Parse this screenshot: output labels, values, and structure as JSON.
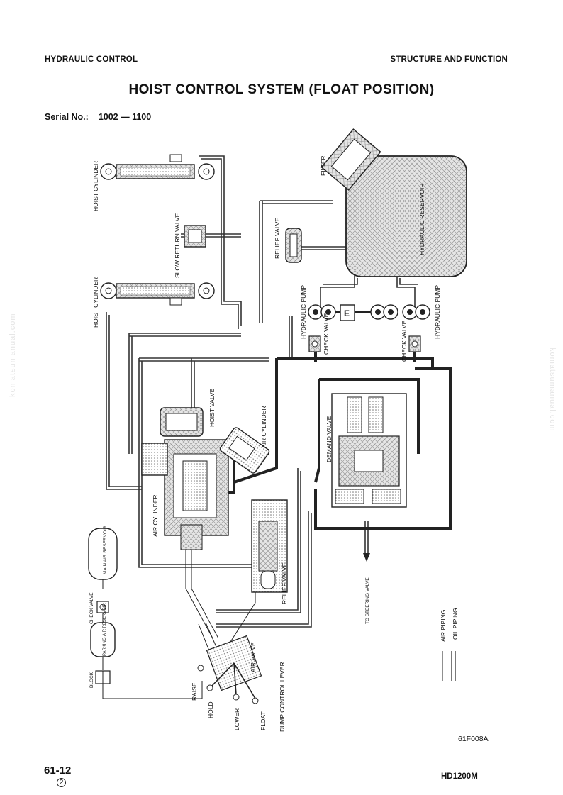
{
  "header": {
    "section_left": "HYDRAULIC CONTROL",
    "section_right": "STRUCTURE AND FUNCTION"
  },
  "title": "HOIST CONTROL SYSTEM (FLOAT POSITION)",
  "serial": {
    "label": "Serial No.:",
    "value": "1002 — 1100"
  },
  "labels": {
    "hoist_cylinder_top": "HOIST CYLINDER",
    "hoist_cylinder_bottom": "HOIST CYLINDER",
    "slow_return_valve": "SLOW RETURN VALVE",
    "relief_valve_top": "RELIEF VALVE",
    "filter": "FILTER",
    "hydraulic_tank": "HYDRAULIC RESERVOIR",
    "hydraulic_pump_left": "HYDRAULIC PUMP",
    "hydraulic_pump_right": "HYDRAULIC PUMP",
    "engine": "E",
    "check_valve_left": "CHECK VALVE",
    "check_valve_right": "CHECK VALVE",
    "hoist_valve": "HOIST VALVE",
    "air_cylinder_top": "AIR CYLINDER",
    "air_cylinder_bottom": "AIR CYLINDER",
    "demand_valve": "DEMAND VALVE",
    "relief_valve_bottom": "RELIEF VALVE",
    "to_steering_valve": "TO STEERING VALVE",
    "main_air_reservoir": "MAIN AIR RESERVOIR",
    "check_valve_air": "CHECK VALVE",
    "parking_air_reservoir": "PARKING AIR RESERVOIR",
    "block": "BLOCK",
    "air_valve": "AIR VALVE",
    "dump_control_lever": "DUMP CONTROL LEVER",
    "raise": "RAISE",
    "hold": "HOLD",
    "lower": "LOWER",
    "float": "FLOAT"
  },
  "legend": {
    "air": "AIR PIPING",
    "oil": "OIL PIPING"
  },
  "figure_code": "61F008A",
  "footer": {
    "page": "61-12",
    "revision": "2",
    "model": "HD1200M"
  },
  "watermark": "komatsumanual.com"
}
